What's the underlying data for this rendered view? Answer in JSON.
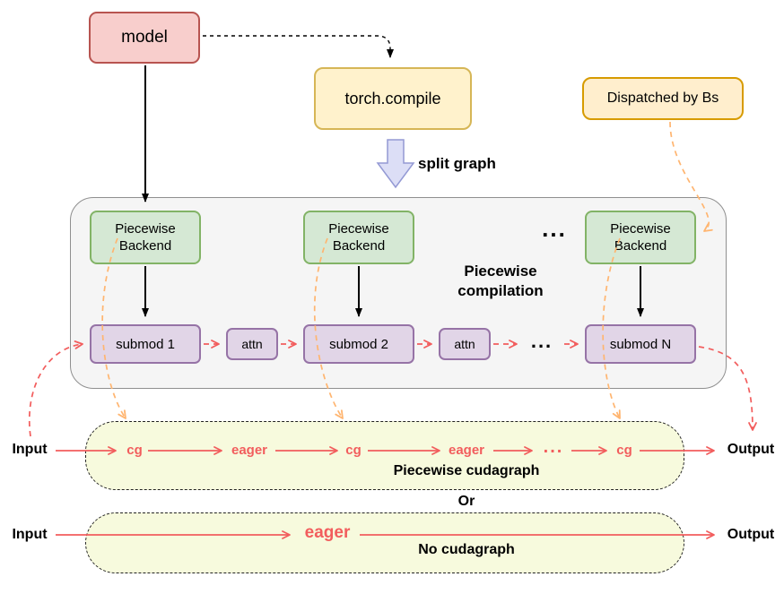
{
  "nodes": {
    "model": "model",
    "torch_compile": "torch.compile",
    "dispatched": "Dispatched by Bs",
    "split_graph": "split graph",
    "backend_line1": "Piecewise",
    "backend_line2": "Backend",
    "compilation_line1": "Piecewise",
    "compilation_line2": "compilation",
    "submod_1": "submod 1",
    "submod_2": "submod 2",
    "submod_n": "submod N",
    "attn": "attn",
    "ellipsis": "..."
  },
  "flow": {
    "input": "Input",
    "output": "Output",
    "cg": "cg",
    "eager": "eager",
    "piecewise_cudagraph_label": "Piecewise cudagraph",
    "or": "Or",
    "no_cudagraph_label": "No cudagraph"
  },
  "colors": {
    "model_fill": "#f8cecc",
    "model_stroke": "#b85450",
    "compile_fill": "#fff2cc",
    "compile_stroke": "#d6b656",
    "dispatched_fill": "#ffeecd",
    "dispatched_stroke": "#d79b00",
    "backend_fill": "#d5e8d4",
    "backend_stroke": "#82b366",
    "submod_fill": "#e1d5e7",
    "submod_stroke": "#9673a6",
    "group_fill": "#f5f5f5",
    "group_stroke": "#8f8f8f",
    "cudagraph_fill": "#f7fadd",
    "split_fill": "#dcdef6",
    "split_stroke": "#9399d4",
    "red": "#f25d5d",
    "orange": "#ffb570",
    "black": "#000000"
  }
}
